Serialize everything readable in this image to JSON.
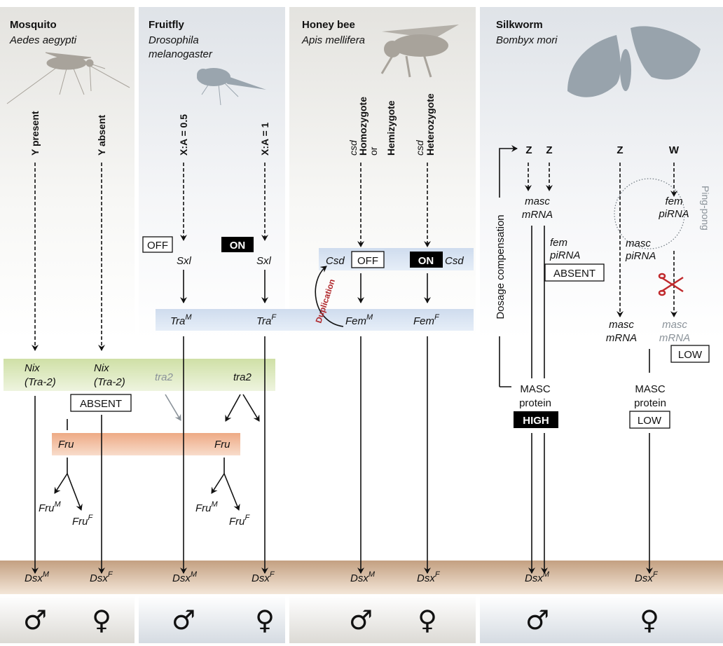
{
  "panels": {
    "mosquito": {
      "title": "Mosquito",
      "species": "Aedes aegypti",
      "left_signal": "Y present",
      "right_signal": "Y absent",
      "nix": "Nix",
      "tra2_paren": "(Tra-2)",
      "absent": "ABSENT",
      "fru": "Fru",
      "fru_m": "Fru",
      "fru_f": "Fru",
      "sup_m": "M",
      "sup_f": "F"
    },
    "fruitfly": {
      "title": "Fruitfly",
      "species_1": "Drosophila",
      "species_2": "melanogaster",
      "left_signal": "X:A = 0.5",
      "right_signal": "X:A = 1",
      "off": "OFF",
      "on": "ON",
      "sxl": "Sxl",
      "tra": "Tra",
      "tra2": "tra2",
      "fru": "Fru",
      "fru_m": "Fru",
      "fru_f": "Fru",
      "sup_m": "M",
      "sup_f": "F"
    },
    "honeybee": {
      "title": "Honey bee",
      "species": "Apis mellifera",
      "csd": "csd",
      "homozygote": "Homozygote",
      "or": "or",
      "hemizygote": "Hemizygote",
      "heterozygote": "Heterozygote",
      "csd_protein": "Csd",
      "off": "OFF",
      "on": "ON",
      "fem": "Fem",
      "duplication": "Duplication",
      "sup_m": "M",
      "sup_f": "F"
    },
    "silkworm": {
      "title": "Silkworm",
      "species": "Bombyx mori",
      "z": "Z",
      "w": "W",
      "masc": "masc",
      "mrna": "mRNA",
      "fem": "fem",
      "pirna": "piRNA",
      "absent": "ABSENT",
      "dosage": "Dosage compensation",
      "ping_pong": "Ping-pong",
      "masc_cap": "MASC",
      "protein": "protein",
      "high": "HIGH",
      "low": "LOW"
    }
  },
  "dsx": {
    "label": "Dsx",
    "sup_m": "M",
    "sup_f": "F"
  },
  "sex": {
    "male": "♂",
    "female": "♀"
  },
  "colors": {
    "green_band": "#d7e6b5",
    "orange_band": "#f0b894",
    "blue_band": "#d6e3f2",
    "brown_band": "#c9a886",
    "duplication": "#b0282c",
    "scissors": "#c0292c"
  }
}
